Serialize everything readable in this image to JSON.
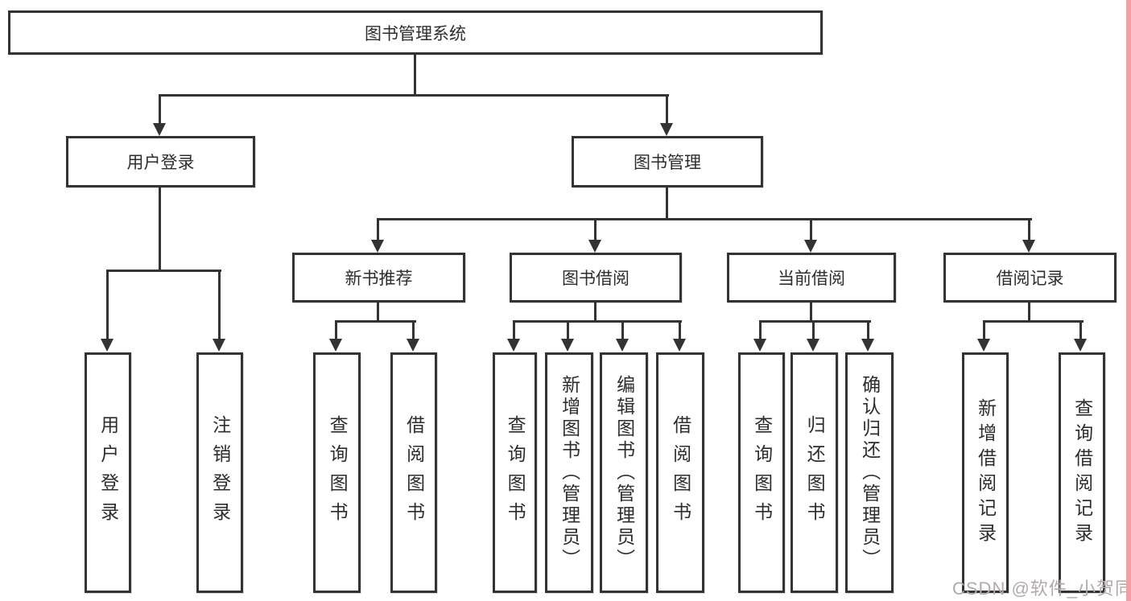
{
  "diagram": {
    "root": {
      "label": "图书管理系统"
    },
    "level2": [
      {
        "label": "用户登录"
      },
      {
        "label": "图书管理"
      }
    ],
    "level3": [
      {
        "label": "新书推荐"
      },
      {
        "label": "图书借阅"
      },
      {
        "label": "当前借阅"
      },
      {
        "label": "借阅记录"
      }
    ],
    "leaves": [
      {
        "label": "用户登录"
      },
      {
        "label": "注销登录"
      },
      {
        "label": "查询图书"
      },
      {
        "label": "借阅图书"
      },
      {
        "label": "查询图书"
      },
      {
        "label": "新增图书（管理员）"
      },
      {
        "label": "编辑图书（管理员）"
      },
      {
        "label": "借阅图书"
      },
      {
        "label": "查询图书"
      },
      {
        "label": "归还图书"
      },
      {
        "label": "确认归还（管理员）"
      },
      {
        "label": "新增借阅记录"
      },
      {
        "label": "查询借阅记录"
      }
    ]
  },
  "watermark": {
    "text": "CSDN @软件_小贺同学"
  },
  "colors": {
    "line": "#333333",
    "box_border": "#333333",
    "box_fill": "#ffffff",
    "text": "#2d2d2d",
    "watermark_text": "#b2aaaa",
    "right_edge_strip": "#f0a0a0"
  }
}
